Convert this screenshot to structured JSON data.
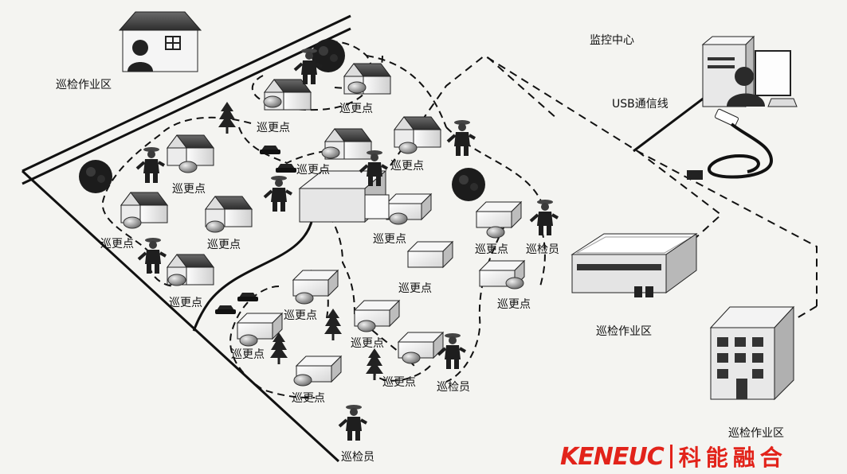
{
  "labels": {
    "zone_top_left": "巡检作业区",
    "monitor_center": "监控中心",
    "usb_line": "USB通信线",
    "zone_mid_right": "巡检作业区",
    "zone_bottom_right": "巡检作业区",
    "checkpoint": "巡更点",
    "inspector": "巡检员"
  },
  "checkpoints": [
    {
      "id": "cp-1",
      "text": "巡更点"
    },
    {
      "id": "cp-2",
      "text": "巡更点"
    },
    {
      "id": "cp-3",
      "text": "巡更点"
    },
    {
      "id": "cp-4",
      "text": "巡更点"
    },
    {
      "id": "cp-5",
      "text": "巡更点"
    },
    {
      "id": "cp-6",
      "text": "巡更点"
    },
    {
      "id": "cp-7",
      "text": "巡更点"
    },
    {
      "id": "cp-8",
      "text": "巡更点"
    },
    {
      "id": "cp-9",
      "text": "巡更点"
    },
    {
      "id": "cp-10",
      "text": "巡更点"
    },
    {
      "id": "cp-11",
      "text": "巡更点"
    },
    {
      "id": "cp-12",
      "text": "巡更点"
    },
    {
      "id": "cp-13",
      "text": "巡更点"
    },
    {
      "id": "cp-14",
      "text": "巡更点"
    },
    {
      "id": "cp-15",
      "text": "巡更点"
    },
    {
      "id": "cp-16",
      "text": "巡更点"
    },
    {
      "id": "cp-17",
      "text": "巡更点"
    }
  ],
  "inspectors": [
    {
      "id": "insp-1",
      "text": "巡检员"
    },
    {
      "id": "insp-2",
      "text": "巡检员"
    },
    {
      "id": "insp-3",
      "text": "巡检员"
    }
  ],
  "brand": {
    "latin": "KENEUC",
    "chinese": "科能融合",
    "color": "#e2231a"
  },
  "icons": [
    "house-icon",
    "worker-icon",
    "tree-icon",
    "bush-icon",
    "car-icon",
    "computer-icon",
    "usb-cable-icon",
    "warehouse-icon",
    "office-building-icon"
  ]
}
